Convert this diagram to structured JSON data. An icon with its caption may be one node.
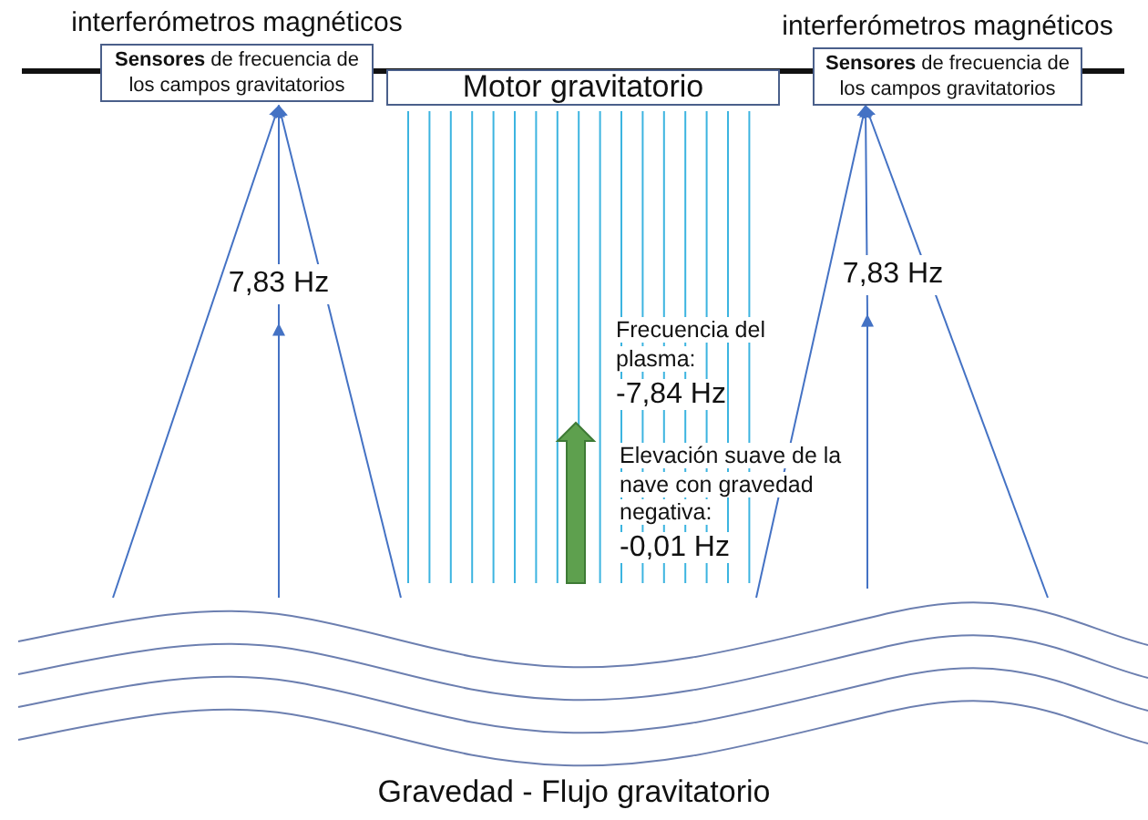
{
  "diagram": {
    "nodes": [
      {
        "text": [
          "interferómetros magnéticos",
          "**Sensores** de frecuencia de los campos gravitatorios"
        ]
      },
      {
        "text": [
          "Motor gravitatorio"
        ]
      },
      {
        "text": [
          "interferómetros magnéticos",
          "**Sensores** de frecuencia de los campos gravitatorios"
        ]
      }
    ],
    "edges": [
      {
        "from": null,
        "to": 0,
        "arrow": "to"
      },
      {
        "from": null,
        "to": 0,
        "arrow": "to",
        "label": "7,83 Hz"
      },
      {
        "from": null,
        "to": 0,
        "arrow": "to"
      },
      {
        "from": null,
        "to": 2,
        "arrow": "to"
      },
      {
        "from": null,
        "to": 2,
        "arrow": "to",
        "label": "7,83 Hz"
      },
      {
        "from": null,
        "to": 2,
        "arrow": "to"
      }
    ],
    "labels": [
      "Frecuencia del plasma:",
      "-7,84 Hz",
      "Elevación suave de la nave con gravedad negativa:",
      "-0,01 Hz",
      "Gravedad - Flujo gravitatorio"
    ]
  }
}
